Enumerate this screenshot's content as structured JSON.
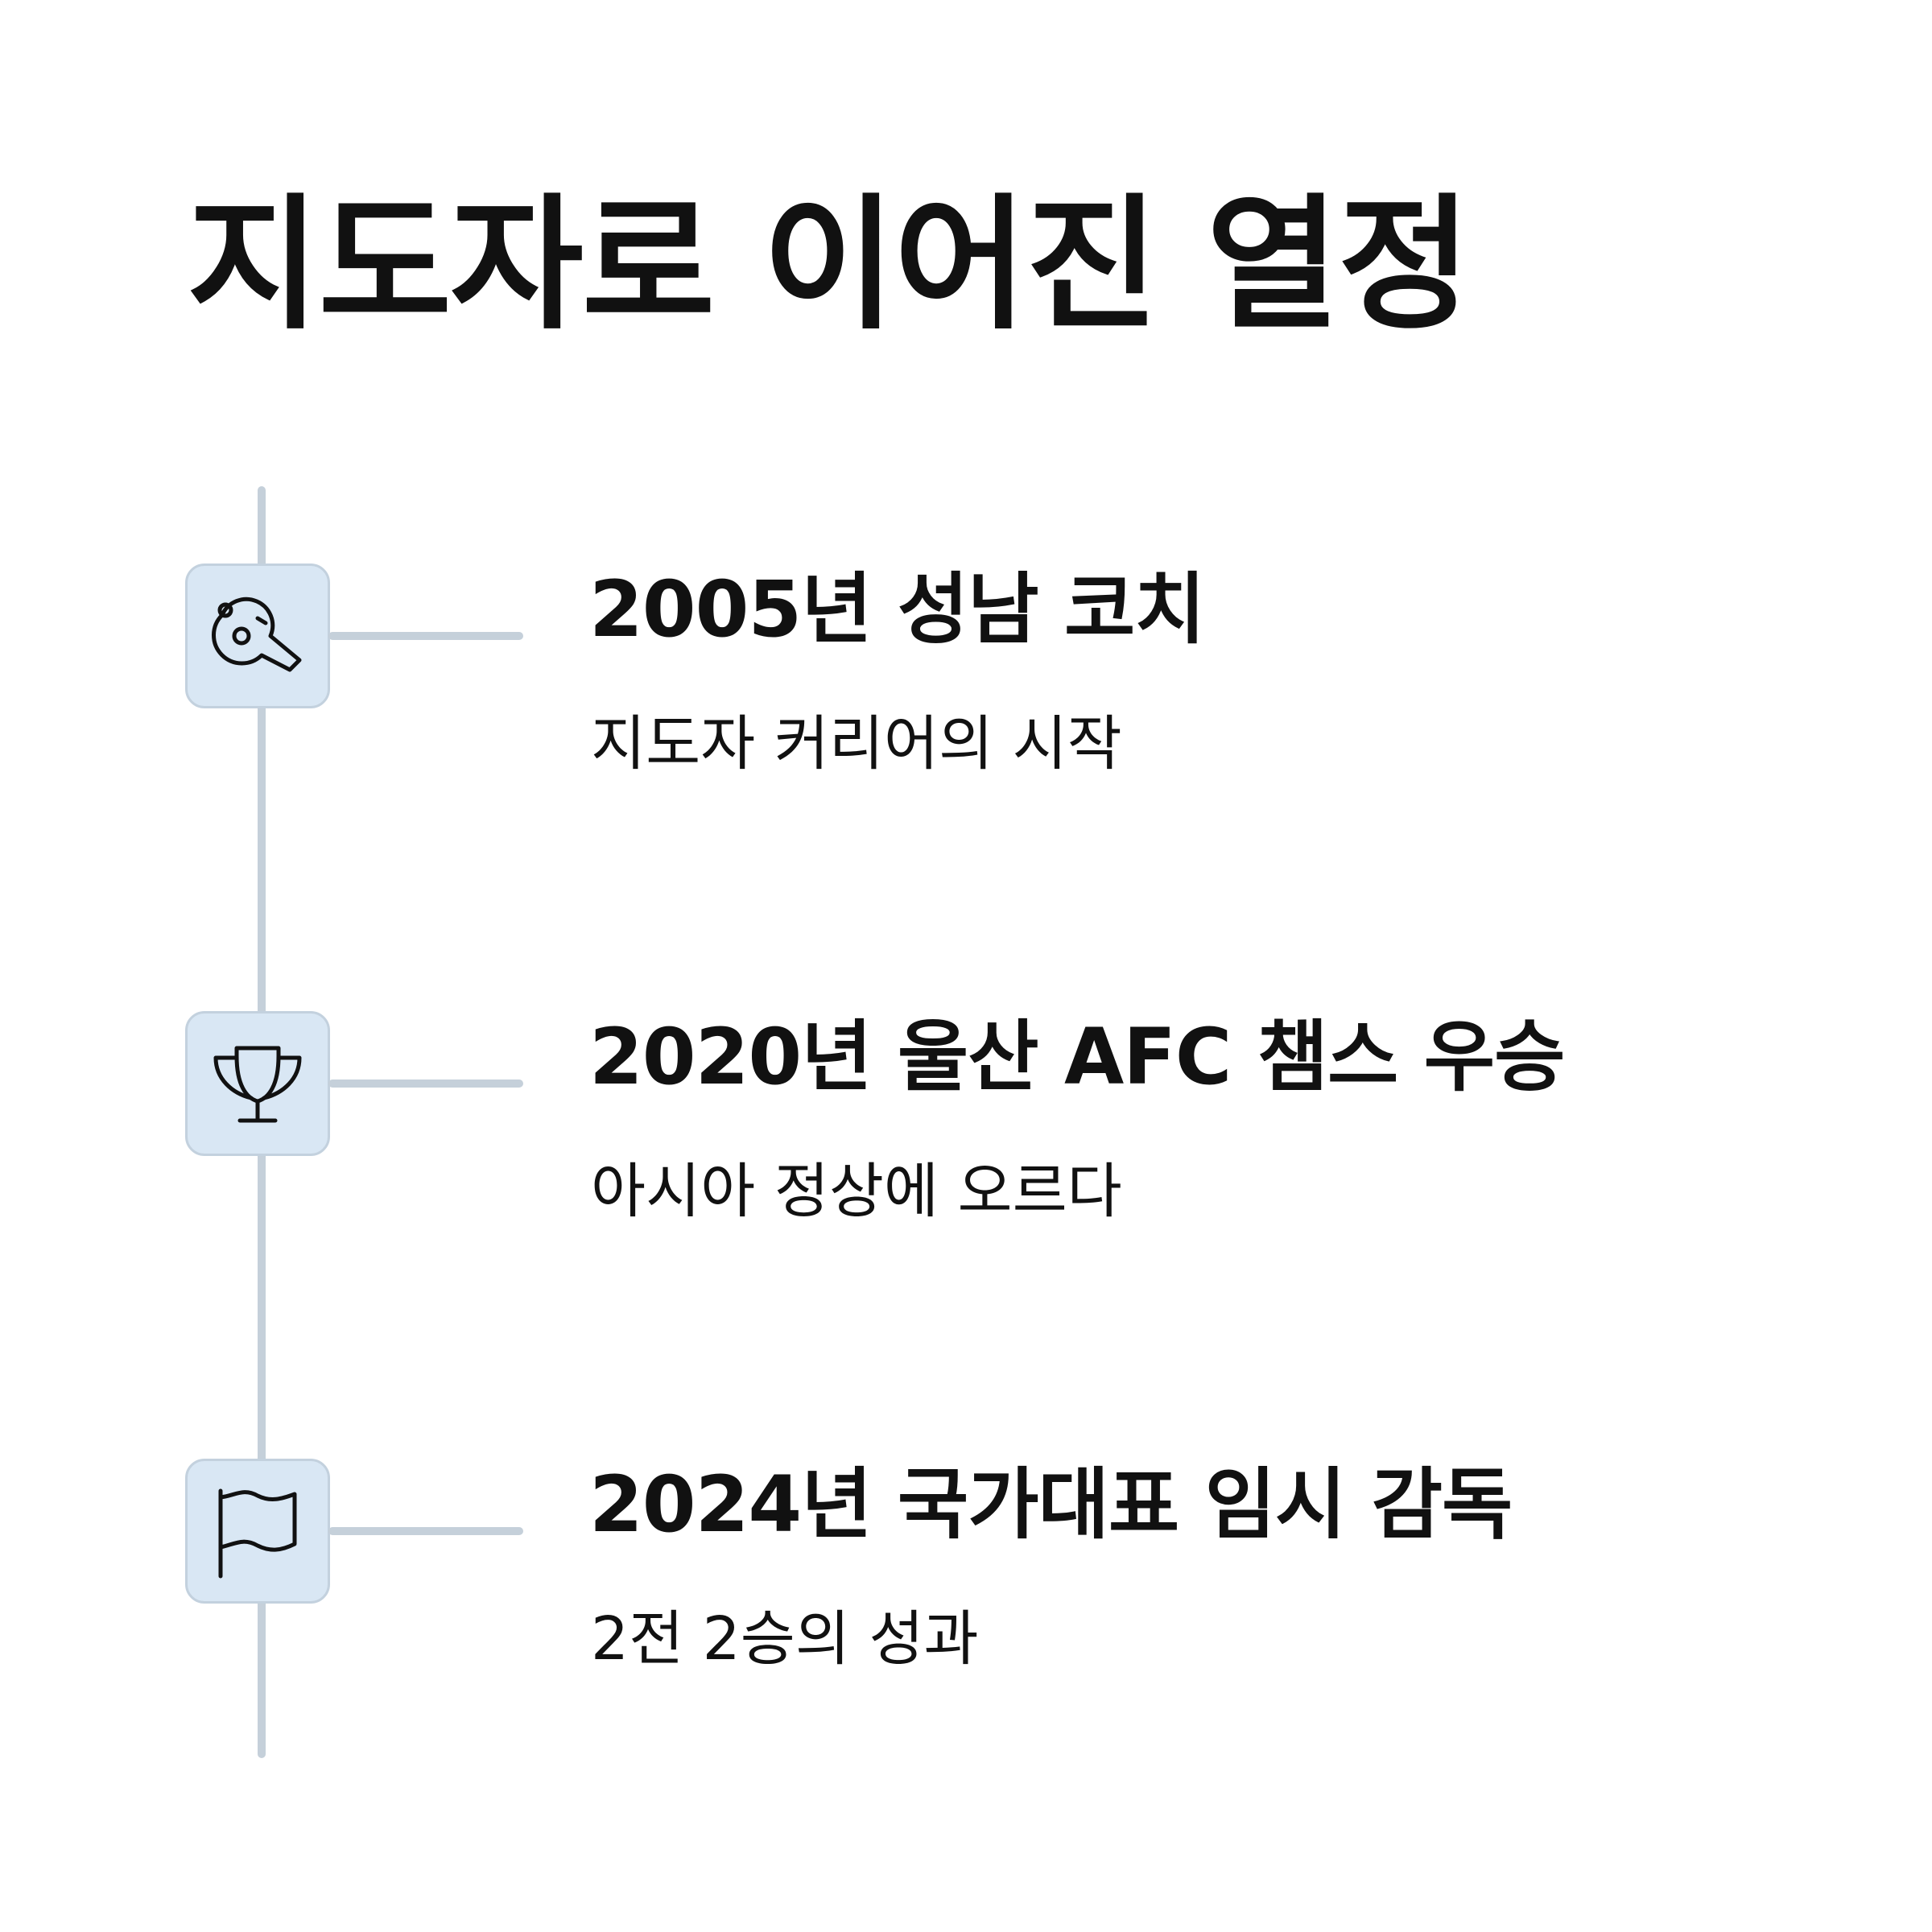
{
  "title": "지도자로 이어진 열정",
  "colors": {
    "line": "#c5d0da",
    "icon_bg": "#d9e7f4",
    "icon_border": "#c3d1de",
    "text": "#111111"
  },
  "timeline": [
    {
      "icon": "whistle-icon",
      "title": "2005년 성남 코치",
      "desc": "지도자 커리어의 시작"
    },
    {
      "icon": "trophy-icon",
      "title": "2020년 울산 AFC 챔스 우승",
      "desc": "아시아 정상에 오르다"
    },
    {
      "icon": "flag-icon",
      "title": "2024년 국가대표 임시 감독",
      "desc": "2전 2승의 성과"
    }
  ]
}
